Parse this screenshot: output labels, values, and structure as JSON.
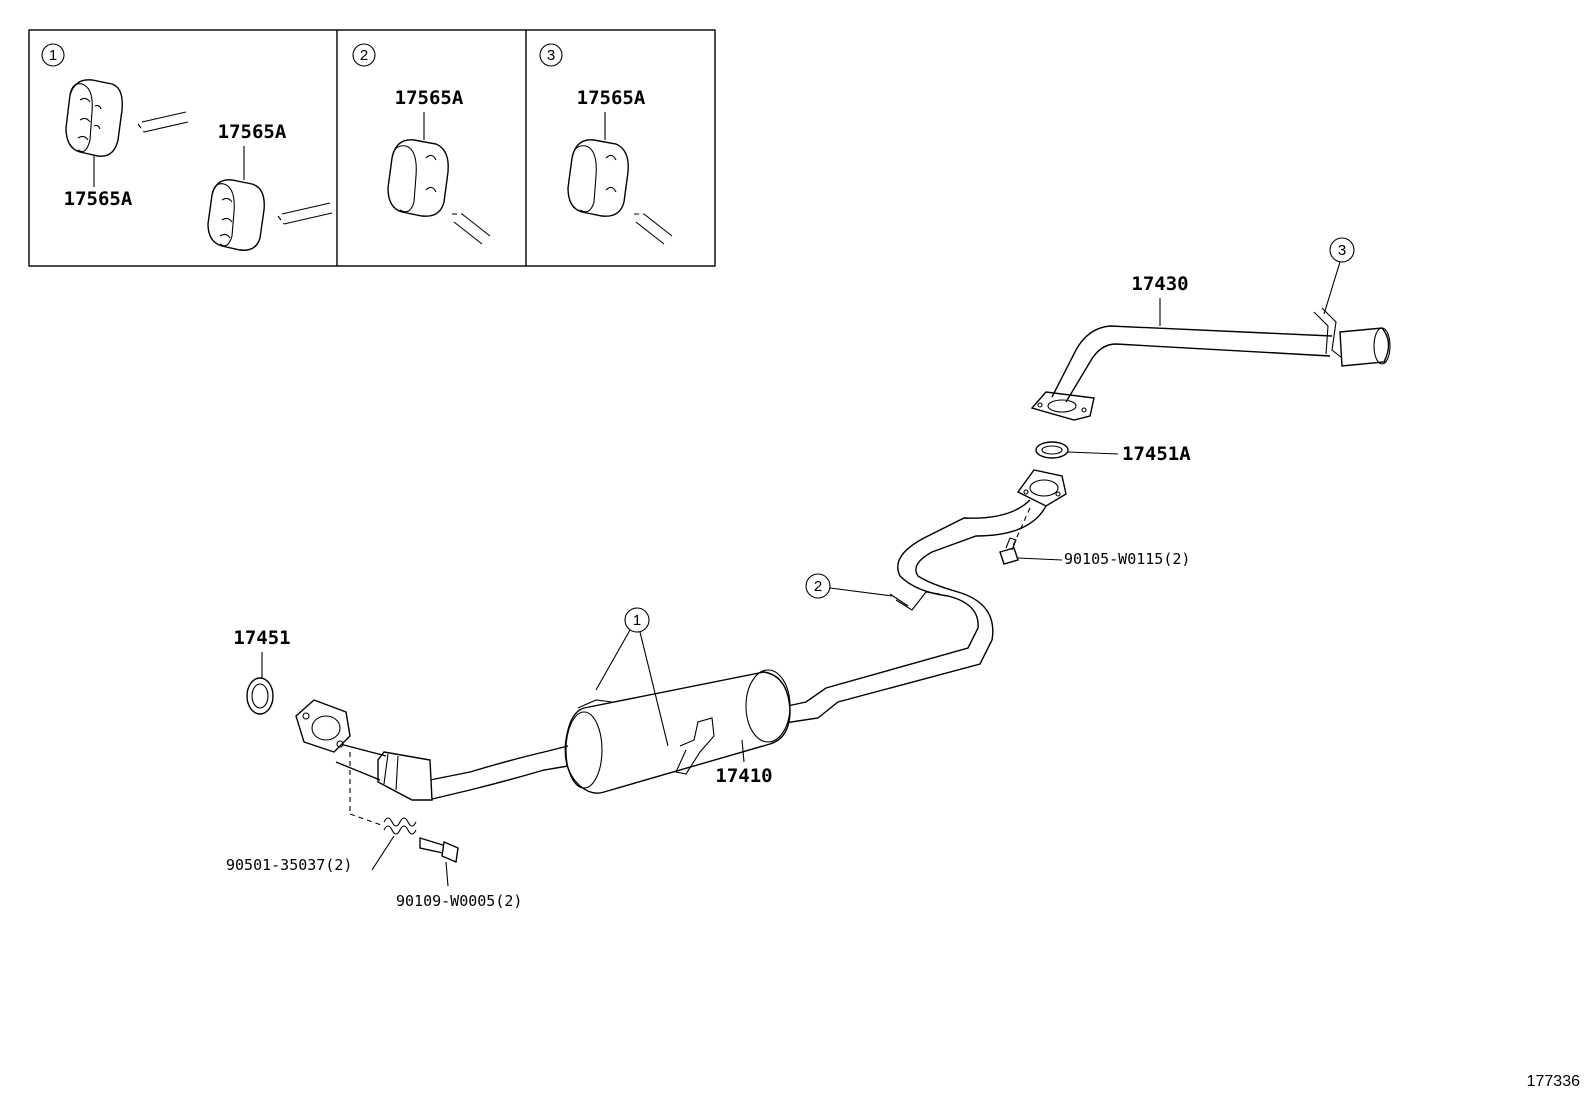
{
  "inset": {
    "panels": [
      {
        "callout": "1",
        "labels": [
          "17565A",
          "17565A"
        ]
      },
      {
        "callout": "2",
        "labels": [
          "17565A"
        ]
      },
      {
        "callout": "3",
        "labels": [
          "17565A"
        ]
      }
    ]
  },
  "parts": {
    "tail_pipe": "17430",
    "gasket_rear": "17451A",
    "bolt_rear": "90105-W0115(2)",
    "gasket_front": "17451",
    "center_pipe": "17410",
    "spring": "90501-35037(2)",
    "bolt_front": "90109-W0005(2)"
  },
  "callouts": {
    "hanger_1": "1",
    "hanger_2": "2",
    "hanger_3": "3"
  },
  "reference_number": "177336"
}
